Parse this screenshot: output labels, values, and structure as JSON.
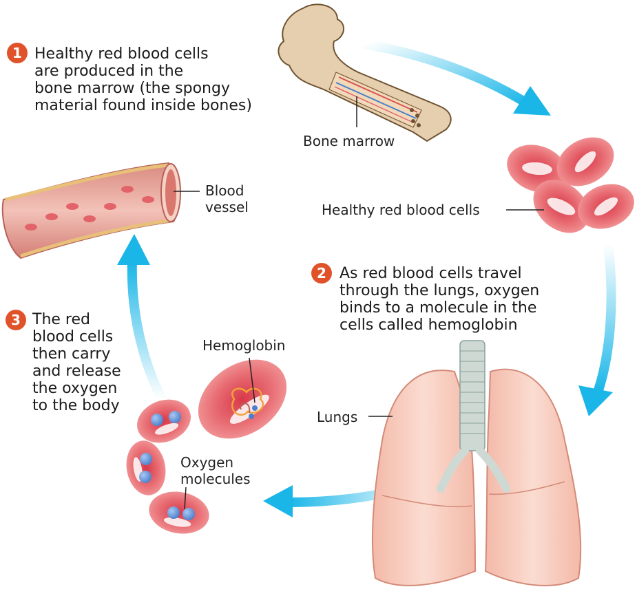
{
  "steps": [
    {
      "number": "1",
      "lines": [
        "Healthy red blood cells",
        "are produced in the",
        "bone marrow (the spongy",
        "material found inside bones)"
      ]
    },
    {
      "number": "2",
      "lines": [
        "As red blood cells travel",
        "through the lungs, oxygen",
        "binds to a molecule in the",
        "cells called hemoglobin"
      ]
    },
    {
      "number": "3",
      "lines": [
        "The red",
        "blood cells",
        "then carry",
        "and release",
        "the oxygen",
        "to the body"
      ]
    }
  ],
  "labels": {
    "bone_marrow": "Bone marrow",
    "healthy_cells": "Healthy red blood cells",
    "blood_vessel": [
      "Blood",
      "vessel"
    ],
    "hemoglobin": "Hemoglobin",
    "lungs": "Lungs",
    "oxygen": [
      "Oxygen",
      "molecules"
    ]
  },
  "colors": {
    "badge": "#e0532a",
    "arrow": "#1ab6e8",
    "cell": "#e2646a",
    "bone": "#e6cfae",
    "lung": "#f6c9bb",
    "oxygen": "#5b8fd6"
  }
}
